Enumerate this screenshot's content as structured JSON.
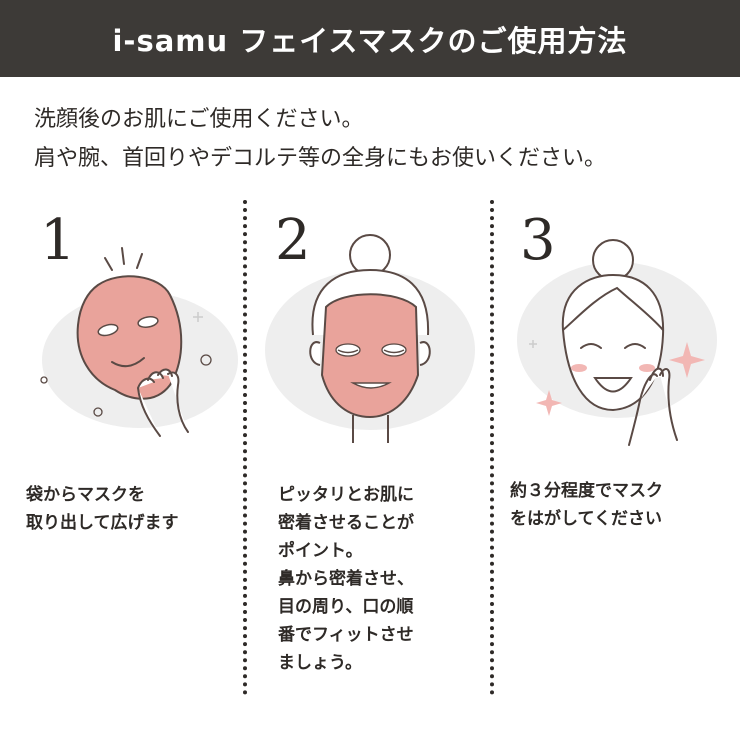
{
  "header": {
    "title": "i-samu フェイスマスクのご使用方法"
  },
  "intro": {
    "line1": "洗顔後のお肌にご使用ください。",
    "line2": "肩や腕、首回りやデコルテ等の全身にもお使いください。"
  },
  "steps": [
    {
      "number": "1",
      "caption": [
        "袋からマスクを",
        "取り出して広げます"
      ]
    },
    {
      "number": "2",
      "caption": [
        "ピッタリとお肌に",
        "密着させることが",
        "ポイント。",
        "鼻から密着させ、",
        "目の周り、口の順",
        "番でフィットさせ",
        "ましょう。"
      ]
    },
    {
      "number": "3",
      "caption": [
        "約３分程度でマスク",
        "をはがしてください"
      ]
    }
  ],
  "colors": {
    "header_bg": "#3d3a37",
    "mask_pink": "#e9a39b",
    "bg_blob": "#eeeeee",
    "sparkle_pink": "#f2b7b4",
    "line": "#5a4a45"
  }
}
